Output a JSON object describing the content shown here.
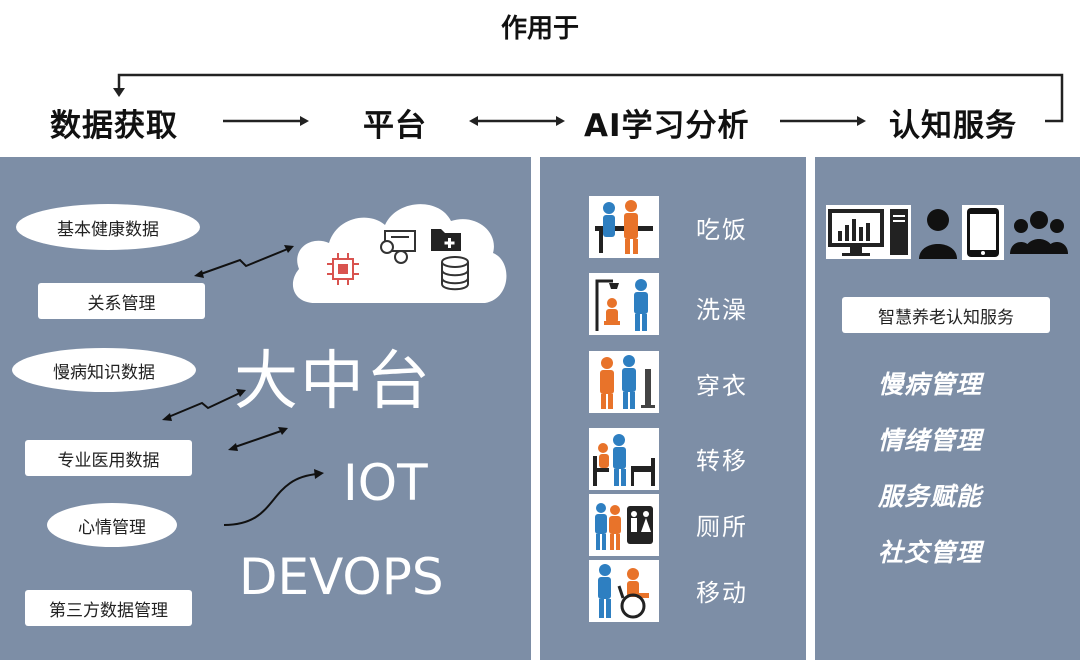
{
  "header": {
    "title": "作用于",
    "flow": [
      "数据获取",
      "平台",
      "AI学习分析",
      "认知服务"
    ]
  },
  "left_panel": {
    "ovals": [
      "基本健康数据",
      "慢病知识数据",
      "心情管理"
    ],
    "boxes": [
      "关系管理",
      "专业医用数据",
      "第三方数据管理"
    ],
    "platform": "大中台",
    "iot": "IOT",
    "devops": "DEVOPS"
  },
  "middle_panel": {
    "items": [
      {
        "label": "吃饭",
        "icon": "eating-assist-icon"
      },
      {
        "label": "洗澡",
        "icon": "bathing-assist-icon"
      },
      {
        "label": "穿衣",
        "icon": "dressing-assist-icon"
      },
      {
        "label": "转移",
        "icon": "transfer-assist-icon"
      },
      {
        "label": "厕所",
        "icon": "toilet-assist-icon"
      },
      {
        "label": "移动",
        "icon": "wheelchair-assist-icon"
      }
    ]
  },
  "right_panel": {
    "icons": [
      "computer-icon",
      "person-icon",
      "tablet-icon",
      "group-icon"
    ],
    "service_box": "智慧养老认知服务",
    "services": [
      "慢病管理",
      "情绪管理",
      "服务赋能",
      "社交管理"
    ]
  },
  "colors": {
    "panel": "#7d8ea6",
    "accent_orange": "#e8732a",
    "accent_blue": "#2e7fc1",
    "chip_red": "#d9534f"
  }
}
